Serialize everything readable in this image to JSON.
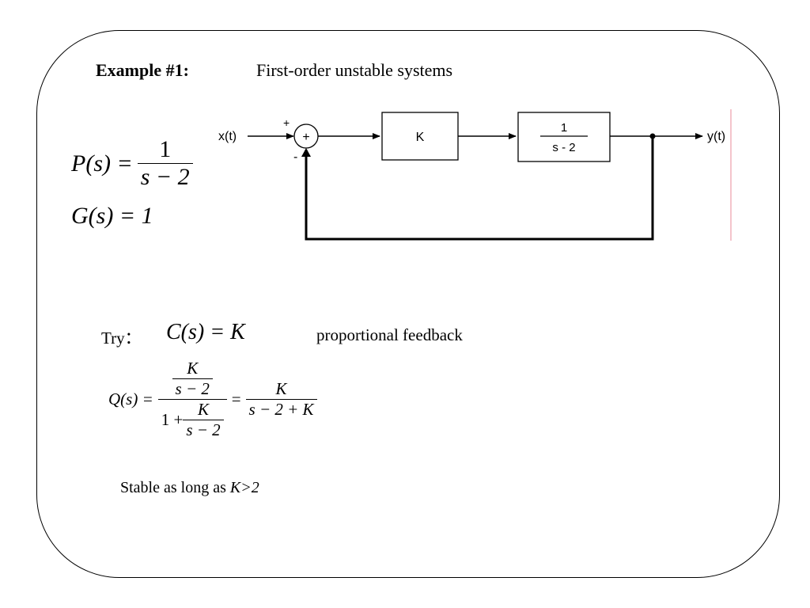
{
  "title": {
    "example_label": "Example #1:",
    "topic": "First-order unstable systems"
  },
  "plant": {
    "lhs": "P(s) =",
    "numerator": "1",
    "denominator": "s − 2"
  },
  "sensor": {
    "equation": "G(s) = 1"
  },
  "diagram": {
    "input_label": "x(t)",
    "output_label": "y(t)",
    "plus_sign": "+",
    "minus_sign": "-",
    "summer_symbol": "+",
    "controller_label": "K",
    "plant_numerator": "1",
    "plant_denominator": "s - 2"
  },
  "try_section": {
    "label": "Try：",
    "controller_eq": "C(s) = K",
    "note": "proportional feedback"
  },
  "closed_loop": {
    "lhs": "Q(s) =",
    "inner_num": "K",
    "inner_den": "s − 2",
    "one_plus": "1 +",
    "equals": "=",
    "result_num": "K",
    "result_den": "s − 2 + K"
  },
  "conclusion": {
    "prefix": "Stable as long as ",
    "condition": "K>2"
  }
}
